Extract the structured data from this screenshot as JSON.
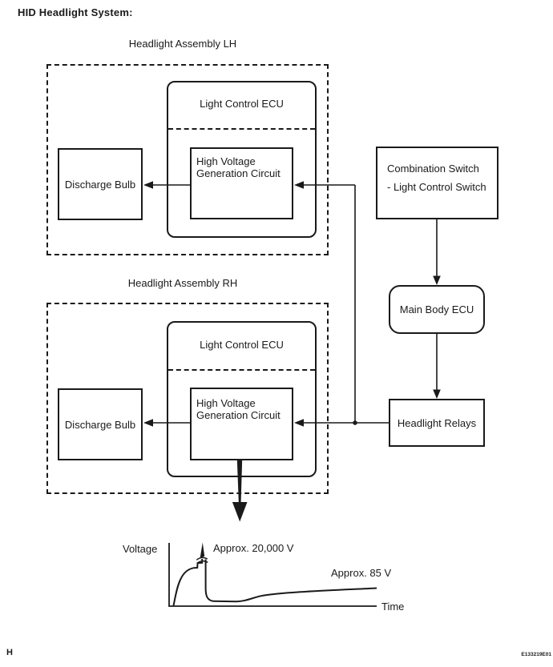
{
  "page": {
    "title": "HID Headlight System:",
    "footer_left": "H",
    "doc_code": "E133219E01"
  },
  "diagram": {
    "lh": {
      "label": "Headlight Assembly LH",
      "ecu_label": "Light Control ECU",
      "hv_lines": [
        "High Voltage",
        "Generation Circuit"
      ],
      "bulb_label": "Discharge Bulb"
    },
    "rh": {
      "label": "Headlight Assembly RH",
      "ecu_label": "Light Control ECU",
      "hv_lines": [
        "High Voltage",
        "Generation Circuit"
      ],
      "bulb_label": "Discharge Bulb"
    },
    "combination_switch_lines": [
      "Combination Switch",
      "- Light Control Switch"
    ],
    "main_body_ecu_label": "Main Body ECU",
    "headlight_relays_label": "Headlight Relays"
  },
  "graph": {
    "y_axis_label": "Voltage",
    "x_axis_label": "Time",
    "peak_annotation": "Approx. 20,000 V",
    "steady_annotation": "Approx. 85 V",
    "description": "Voltage spikes to approx. 20,000 V at ignition then settles toward approx. 85 V over time"
  },
  "colors": {
    "ink": "#1a1a1a",
    "background": "#ffffff"
  }
}
